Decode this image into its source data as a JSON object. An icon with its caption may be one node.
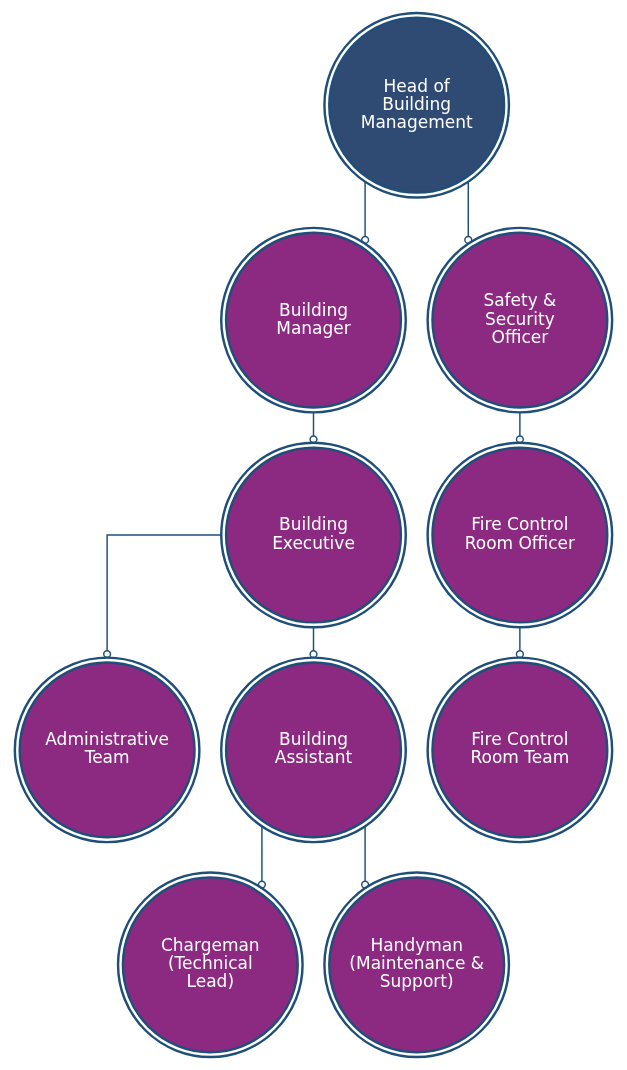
{
  "diagram": {
    "nodes": [
      {
        "text": [
          "Head of Building Management"
        ]
      },
      {
        "text": [
          "Building Manager"
        ]
      },
      {
        "text": [
          "Safety & Security Officer"
        ]
      },
      {
        "text": [
          "Building Executive"
        ]
      },
      {
        "text": [
          "Administrative Team"
        ]
      },
      {
        "text": [
          "Building Assistant"
        ]
      },
      {
        "text": [
          "Fire Control Room Officer"
        ]
      },
      {
        "text": [
          "Fire Control Room Team"
        ]
      },
      {
        "text": [
          "Chargeman (Technical Lead)"
        ]
      },
      {
        "text": [
          "Handyman (Maintenance & Support)"
        ]
      }
    ],
    "edges": [
      {
        "from": 0,
        "to": 1,
        "arrow": "other"
      },
      {
        "from": 0,
        "to": 2,
        "arrow": "other"
      },
      {
        "from": 1,
        "to": 3,
        "arrow": "other"
      },
      {
        "from": 3,
        "to": 4,
        "arrow": "other"
      },
      {
        "from": 3,
        "to": 5,
        "arrow": "other"
      },
      {
        "from": 2,
        "to": 6,
        "arrow": "other"
      },
      {
        "from": 6,
        "to": 7,
        "arrow": "other"
      },
      {
        "from": 5,
        "to": 8,
        "arrow": "other"
      },
      {
        "from": 5,
        "to": 9,
        "arrow": "other"
      }
    ]
  }
}
